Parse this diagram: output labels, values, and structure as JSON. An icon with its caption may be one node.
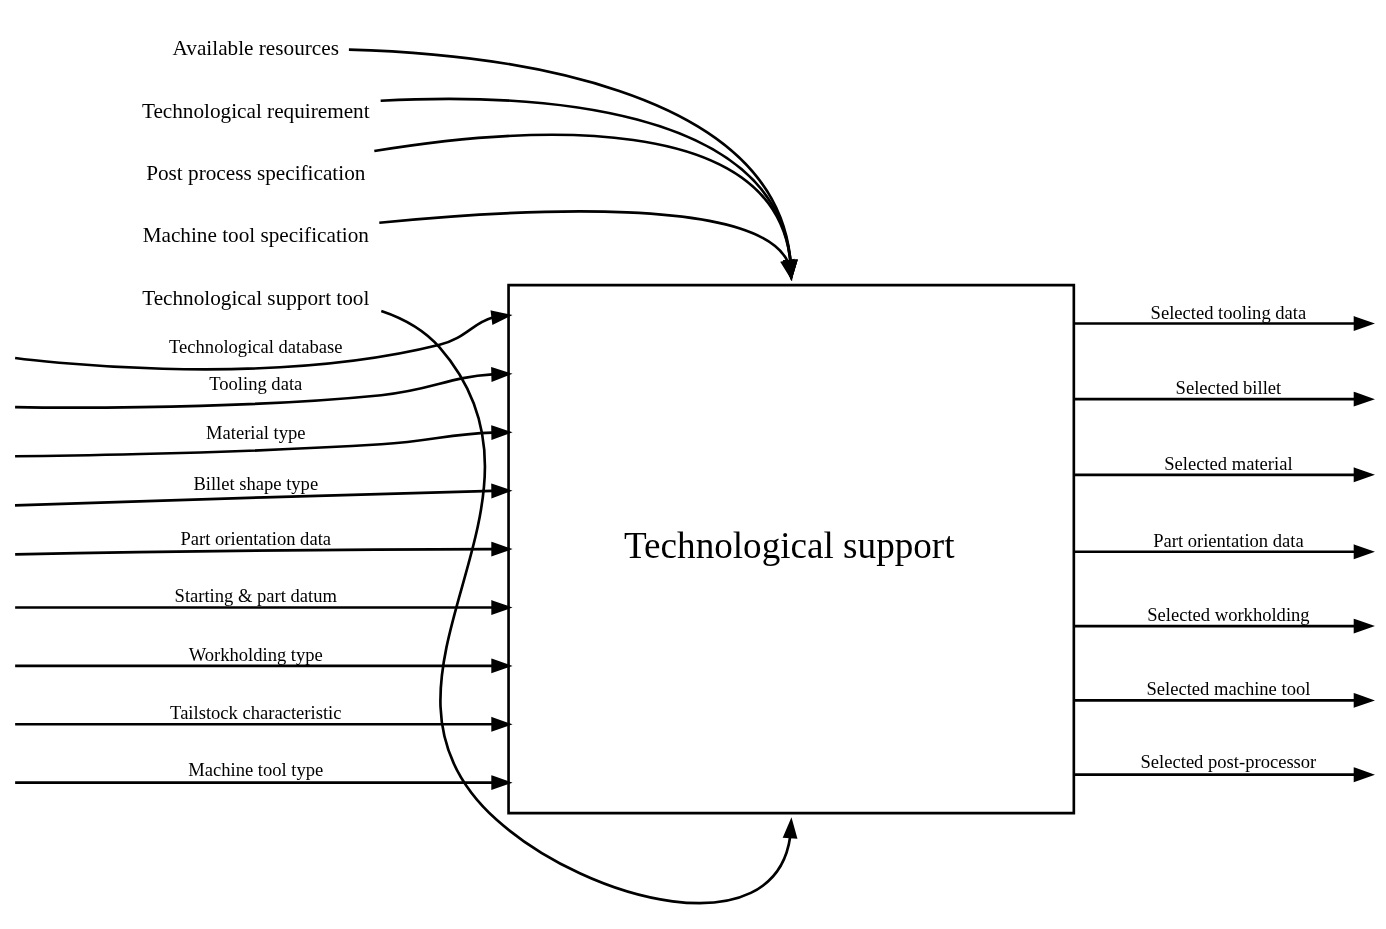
{
  "diagram": {
    "nodes": [
      {
        "text": [
          "Technological support"
        ]
      },
      {
        "text": [
          "Available resources"
        ]
      },
      {
        "text": [
          "Technological requirement"
        ]
      },
      {
        "text": [
          "Post process specification"
        ]
      },
      {
        "text": [
          "Machine tool specification"
        ]
      },
      {
        "text": [
          "Technological support tool"
        ]
      }
    ],
    "edges": [
      {
        "from": 1,
        "to": 0,
        "arrow": "to"
      },
      {
        "from": 2,
        "to": 0,
        "arrow": "to"
      },
      {
        "from": 3,
        "to": 0,
        "arrow": "to"
      },
      {
        "from": 4,
        "to": 0,
        "arrow": "to"
      },
      {
        "from": null,
        "to": 0,
        "arrow": "to",
        "label": "Technological database"
      },
      {
        "from": null,
        "to": 0,
        "arrow": "to",
        "label": "Tooling data"
      },
      {
        "from": null,
        "to": 0,
        "arrow": "to",
        "label": "Material type"
      },
      {
        "from": null,
        "to": 0,
        "arrow": "to",
        "label": "Billet shape type"
      },
      {
        "from": null,
        "to": 0,
        "arrow": "to",
        "label": "Part orientation data"
      },
      {
        "from": null,
        "to": 0,
        "arrow": "to",
        "label": "Starting & part datum"
      },
      {
        "from": null,
        "to": 0,
        "arrow": "to",
        "label": "Workholding type"
      },
      {
        "from": null,
        "to": 0,
        "arrow": "to",
        "label": "Tailstock characteristic"
      },
      {
        "from": null,
        "to": 0,
        "arrow": "to",
        "label": "Machine tool type"
      },
      {
        "from": 0,
        "to": null,
        "arrow": "to",
        "label": "Selected tooling data"
      },
      {
        "from": 0,
        "to": null,
        "arrow": "to",
        "label": "Selected billet"
      },
      {
        "from": 0,
        "to": null,
        "arrow": "to",
        "label": "Selected material"
      },
      {
        "from": 0,
        "to": null,
        "arrow": "to",
        "label": "Part orientation data"
      },
      {
        "from": 0,
        "to": null,
        "arrow": "to",
        "label": "Selected workholding"
      },
      {
        "from": 0,
        "to": null,
        "arrow": "to",
        "label": "Selected machine tool"
      },
      {
        "from": 0,
        "to": null,
        "arrow": "to",
        "label": "Selected post-processor"
      },
      {
        "from": 5,
        "to": 0,
        "arrow": "to"
      }
    ]
  }
}
